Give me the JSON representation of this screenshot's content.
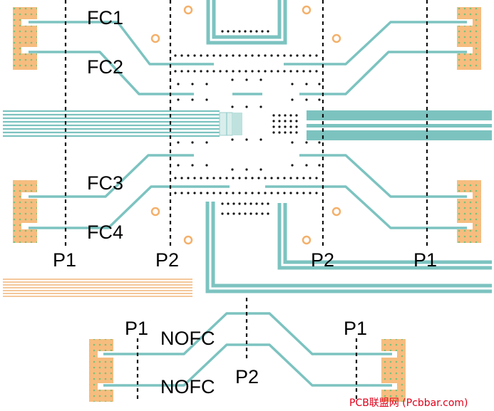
{
  "diagram": {
    "labels": {
      "fc1": "FC1",
      "fc2": "FC2",
      "fc3": "FC3",
      "fc4": "FC4",
      "nofc_top": "NOFC",
      "nofc_bottom": "NOFC",
      "p1_upper_left": "P1",
      "p2_upper_left": "P2",
      "p2_upper_right": "P2",
      "p1_upper_right": "P1",
      "p1_lower_left": "P1",
      "p2_lower": "P2",
      "p1_lower_right": "P1"
    },
    "watermark": "PCB联盟网 (Pcbbar.com)",
    "colors": {
      "trace": "#7cc3c0",
      "pad": "#f6bd7f",
      "via_ring": "#f4b06a",
      "via_dot": "#7cc07a",
      "orange_line": "#f1b57a"
    }
  }
}
